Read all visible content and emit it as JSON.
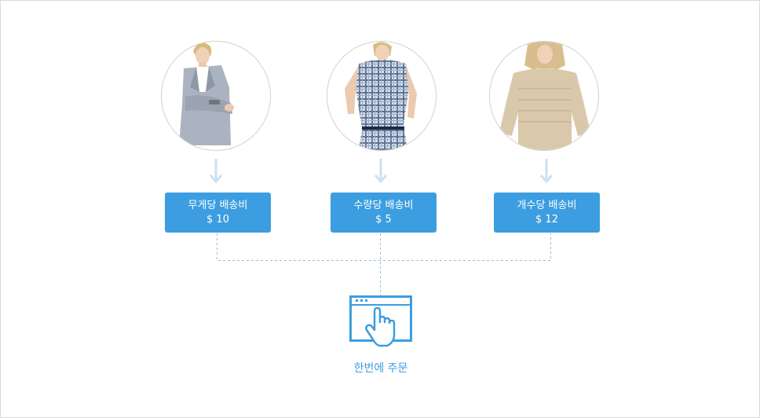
{
  "products": [
    {
      "id": "blazer",
      "image_icon": "woman-grey-blazer-photo",
      "label": "무게당 배송비",
      "price": "$ 10"
    },
    {
      "id": "plaid-dress",
      "image_icon": "woman-plaid-dress-photo",
      "label": "수량당 배송비",
      "price": "$ 5"
    },
    {
      "id": "knit-sweater",
      "image_icon": "woman-beige-sweater-photo",
      "label": "개수당 배송비",
      "price": "$ 12"
    }
  ],
  "order": {
    "icon": "browser-hand-click-icon",
    "caption": "한번에 주문"
  },
  "colors": {
    "accent": "#3c9ee0",
    "arrow": "#c9e2f6",
    "dashed_line": "#8fc0e8",
    "circle_border": "#cfcfcf"
  }
}
